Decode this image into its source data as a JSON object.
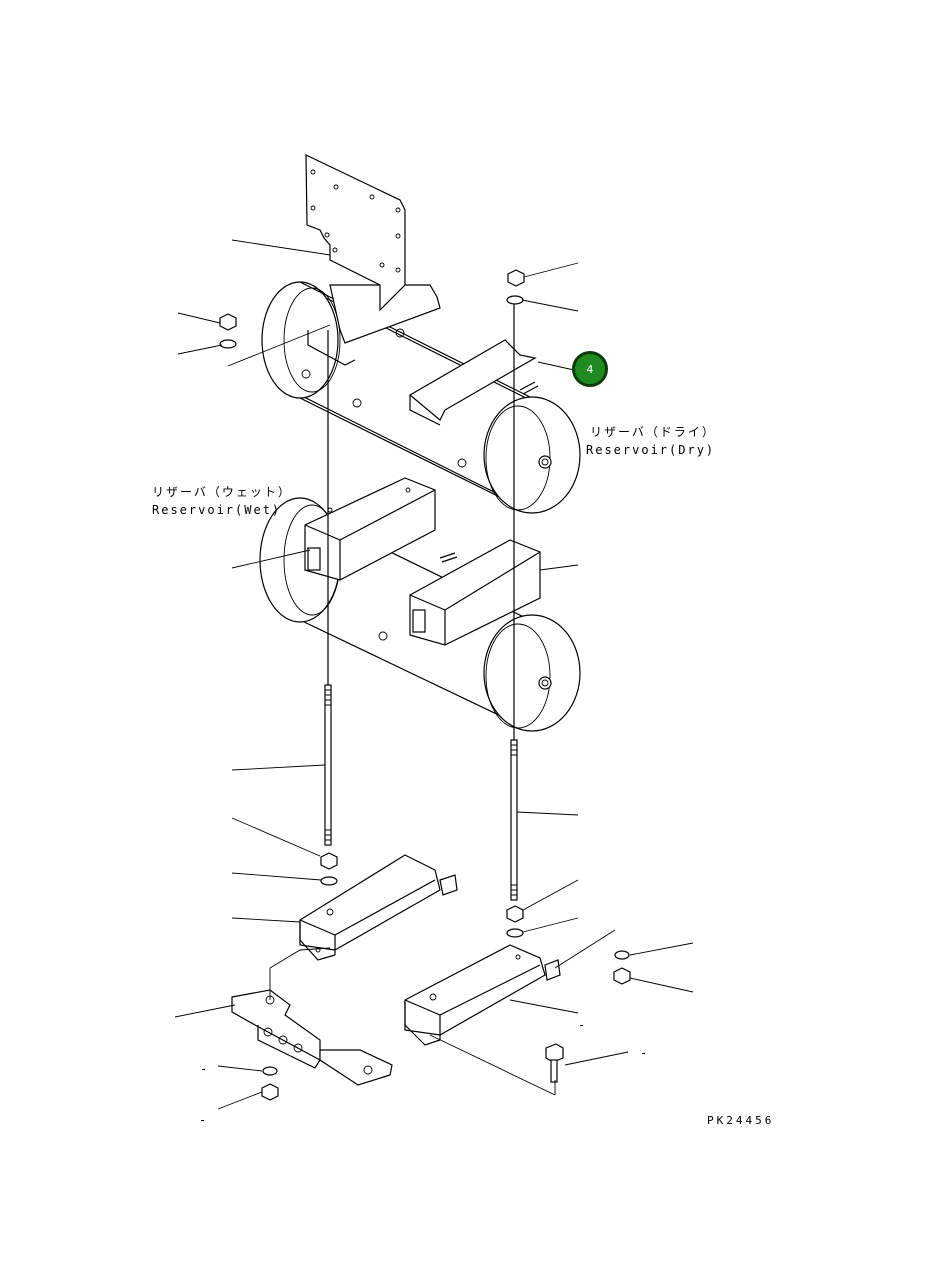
{
  "labels": {
    "reservoir_dry_jp": "リザーバ（ドライ）",
    "reservoir_dry_en": "Reservoir(Dry)",
    "reservoir_wet_jp": "リザーバ（ウェット）",
    "reservoir_wet_en": "Reservoir(Wet)",
    "drawing_number": "PK24456"
  },
  "callouts": [
    {
      "number": "4",
      "color": "#1f8a1f"
    }
  ],
  "dash_marks": [
    "-",
    "-",
    "-",
    "-"
  ]
}
